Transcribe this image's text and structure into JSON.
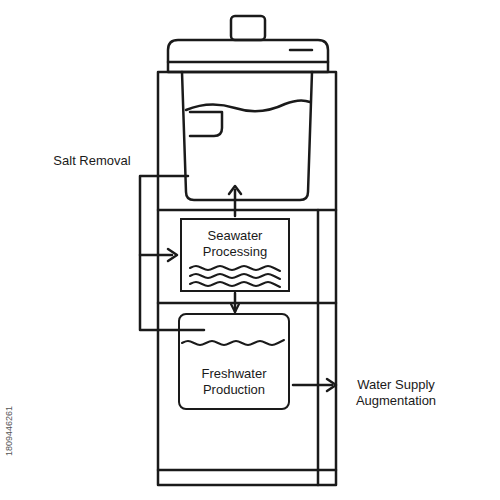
{
  "diagram": {
    "nodes": [
      {
        "text": [
          "Seawater Processing"
        ]
      },
      {
        "text": [
          "Freshwater Production"
        ]
      }
    ],
    "edges": [
      {
        "from": 0,
        "to": 1,
        "arrow": "to"
      }
    ],
    "labels": [
      "Salt Removal",
      "Water Supply Augmentation",
      "1809446261"
    ]
  }
}
